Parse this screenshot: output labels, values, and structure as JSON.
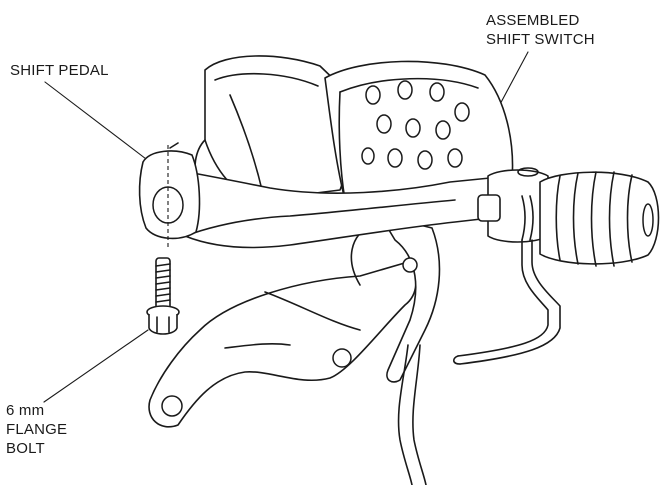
{
  "labels": {
    "assembled_line1": "ASSEMBLED",
    "assembled_line2": "SHIFT SWITCH",
    "pedal": "SHIFT PEDAL",
    "bolt_line1": "6 mm",
    "bolt_line2": "FLANGE",
    "bolt_line3": "BOLT"
  }
}
